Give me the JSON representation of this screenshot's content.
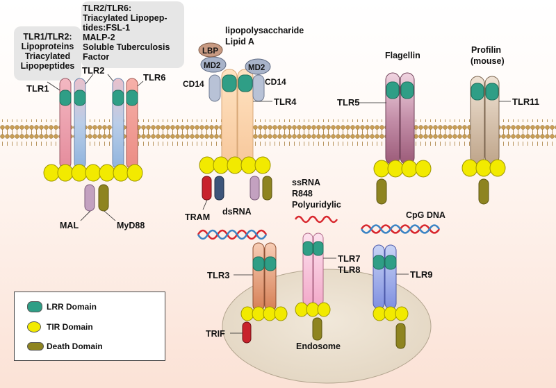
{
  "callouts": {
    "tlr1_tlr2": [
      "TLR1/TLR2:",
      "Lipoproteins",
      "Triacylated",
      "Lipopeptides"
    ],
    "tlr2_tlr6": [
      "TLR2/TLR6:",
      "Triacylated Lipopep-",
      "tides:FSL-1",
      "MALP-2",
      "Soluble Tuberculosis",
      "Factor"
    ]
  },
  "ligands": {
    "lps": [
      "lipopolysaccharide",
      "Lipid A"
    ],
    "flagellin": "Flagellin",
    "profilin": [
      "Profilin",
      "(mouse)"
    ],
    "ssrna": [
      "ssRNA",
      "R848",
      "Polyuridylic"
    ],
    "dsrna": "dsRNA",
    "cpg": "CpG DNA"
  },
  "receptors": {
    "tlr1": "TLR1",
    "tlr2": "TLR2",
    "tlr6": "TLR6",
    "tlr4": "TLR4",
    "tlr5": "TLR5",
    "tlr11": "TLR11",
    "tlr3": "TLR3",
    "tlr7": "TLR7",
    "tlr8": "TLR8",
    "tlr9": "TLR9"
  },
  "coreceptors": {
    "lbp": "LBP",
    "md2_left": "MD2",
    "md2_right": "MD2",
    "cd14_left": "CD14",
    "cd14_right": "CD14"
  },
  "adaptors": {
    "mal": "MAL",
    "myd88": "MyD88",
    "tram": "TRAM",
    "trif": "TRIF"
  },
  "compartments": {
    "endosome": "Endosome"
  },
  "legend": {
    "items": [
      {
        "label": "LRR Domain",
        "color": "#2f9e86"
      },
      {
        "label": "TIR  Domain",
        "color": "#f2ea00"
      },
      {
        "label": "Death Domain",
        "color": "#8e8420"
      }
    ]
  },
  "colors": {
    "membrane_head": "#c29a52",
    "background_top": "#ffffff",
    "background_bottom": "#fbe3d8",
    "endosome_fill": "#eee3d3",
    "lrr": "#2f9e86",
    "tir": "#f2ea00",
    "death": "#8e8420"
  }
}
